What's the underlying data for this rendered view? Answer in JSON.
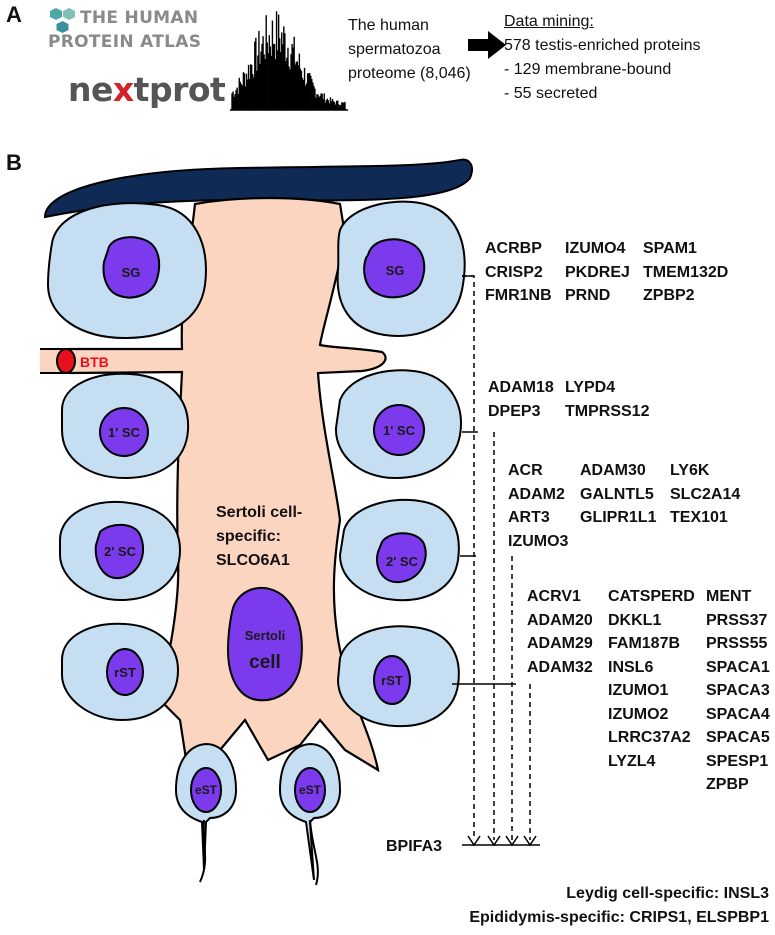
{
  "panel_a": {
    "letter": "A",
    "hpa_logo_line1": "THE HUMAN",
    "hpa_logo_line2": "PROTEIN ATLAS",
    "nextprot_logo": "nextprot",
    "proteome_text": [
      "The human",
      "spermatozoa",
      "proteome (8,046)"
    ],
    "mining_title": "Data mining:",
    "mining_lines": [
      "578 testis-enriched proteins",
      "- 129 membrane-bound",
      "- 55 secreted"
    ]
  },
  "panel_b": {
    "letter": "B",
    "btb_label": "BTB",
    "sertoli_specific": [
      "Sertoli cell-",
      "specific:",
      "SLCO6A1"
    ],
    "sertoli_cell_label": [
      "Sertoli",
      "cell"
    ],
    "cells_left": [
      "SG",
      "1' SC",
      "2' SC",
      "rST"
    ],
    "cells_right": [
      "SG",
      "1' SC",
      "2' SC",
      "rST"
    ],
    "cells_bottom": [
      "eST",
      "eST"
    ],
    "groups": {
      "sg": [
        [
          "ACRBP",
          "CRISP2",
          "FMR1NB"
        ],
        [
          "IZUMO4",
          "PKDREJ",
          "PRND"
        ],
        [
          "SPAM1",
          "TMEM132D",
          "ZPBP2"
        ]
      ],
      "sc1": [
        [
          "ADAM18",
          "DPEP3"
        ],
        [
          "LYPD4",
          "TMPRSS12"
        ]
      ],
      "sc2": [
        [
          "ACR",
          "ADAM2",
          "ART3",
          "IZUMO3"
        ],
        [
          "ADAM30",
          "GALNTL5",
          "GLIPR1L1"
        ],
        [
          "LY6K",
          "SLC2A14",
          "TEX101"
        ]
      ],
      "rst": [
        [
          "ACRV1",
          "ADAM20",
          "ADAM29",
          "ADAM32"
        ],
        [
          "CATSPERD",
          "DKKL1",
          "FAM187B",
          "INSL6",
          "IZUMO1",
          "IZUMO2",
          "LRRC37A2",
          "LYZL4"
        ],
        [
          "MENT",
          "PRSS37",
          "PRSS55",
          "SPACA1",
          "SPACA3",
          "SPACA4",
          "SPACA5",
          "SPESP1",
          "ZPBP"
        ]
      ]
    },
    "bpifa3": "BPIFA3",
    "leydig": "Leydig cell-specific: INSL3",
    "epididymis": "Epididymis-specific: CRIPS1, ELSPBP1"
  },
  "colors": {
    "sertoli_fill": "#fbd5c0",
    "cell_fill": "#c5def2",
    "nucleus_fill": "#7c3aed",
    "basement_fill": "#0f2a55",
    "btb_red": "#e8101a"
  }
}
